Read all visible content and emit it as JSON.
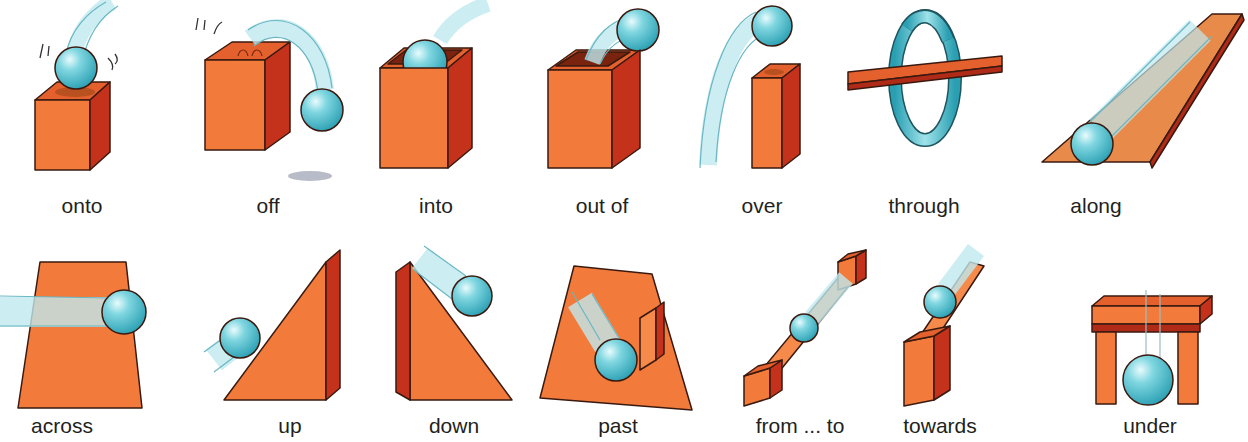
{
  "diagram": {
    "labels": [
      "onto",
      "off",
      "into",
      "out of",
      "over",
      "through",
      "along",
      "across",
      "up",
      "down",
      "past",
      "from ... to",
      "towards",
      "under"
    ]
  }
}
